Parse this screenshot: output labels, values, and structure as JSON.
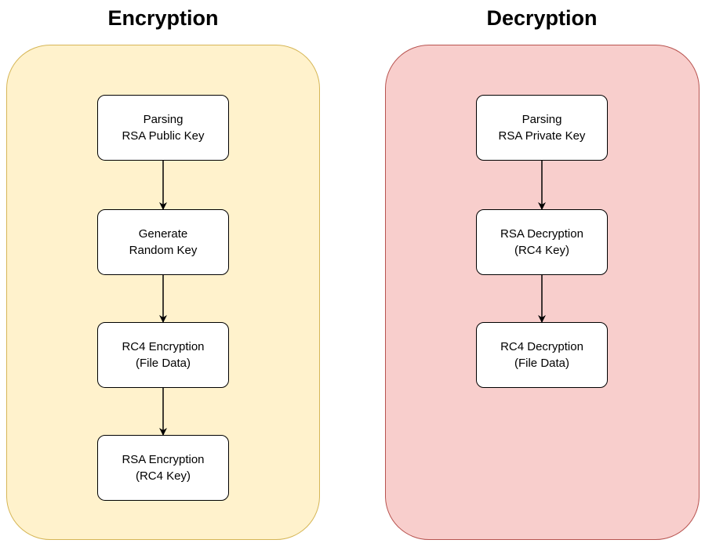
{
  "encryption": {
    "title": "Encryption",
    "steps": [
      {
        "line1": "Parsing",
        "line2": "RSA Public Key"
      },
      {
        "line1": "Generate",
        "line2": "Random Key"
      },
      {
        "line1": "RC4 Encryption",
        "line2": "(File Data)"
      },
      {
        "line1": "RSA Encryption",
        "line2": "(RC4 Key)"
      }
    ]
  },
  "decryption": {
    "title": "Decryption",
    "steps": [
      {
        "line1": "Parsing",
        "line2": "RSA Private Key"
      },
      {
        "line1": "RSA Decryption",
        "line2": "(RC4 Key)"
      },
      {
        "line1": "RC4 Decryption",
        "line2": "(File Data)"
      }
    ]
  },
  "colors": {
    "encryption_fill": "#fff2cc",
    "encryption_border": "#d6b656",
    "decryption_fill": "#f8cecc",
    "decryption_border": "#b85450"
  }
}
